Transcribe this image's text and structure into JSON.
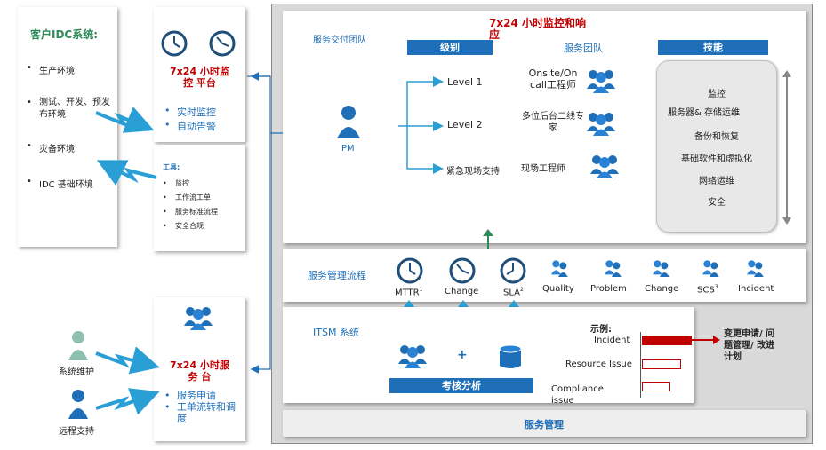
{
  "customer": {
    "title": "客户IDC系统:",
    "items": [
      "生产环境",
      "测试、开发、预发布环境",
      "灾备环境",
      "IDC 基础环境"
    ]
  },
  "monitor_platform": {
    "title": "7x24 小时监控 平台",
    "title_line1": "7x24 小时监",
    "title_line2": "控 平台",
    "items": [
      "实时监控",
      "自动告警"
    ]
  },
  "tools": {
    "title": "工具:",
    "items": [
      "监控",
      "工作流工单",
      "服务标准流程",
      "安全合规"
    ]
  },
  "service_desk": {
    "title_line1": "7x24 小时服",
    "title_line2": "务 台",
    "items": [
      "服务申请",
      "工单流转和调度"
    ]
  },
  "people": {
    "maintenance": "系统维护",
    "remote": "远程支持",
    "pm": "PM"
  },
  "delivery": {
    "section_label": "服务交付团队",
    "title_line1": "7x24 小时监控和响",
    "title_line2": "应",
    "headers": {
      "level": "级别",
      "team": "服务团队",
      "skills": "技能"
    },
    "levels": [
      "Level 1",
      "Level 2",
      "紧急现场支持"
    ],
    "teams": [
      "Onsite/On call工程师",
      "多位后台二线专家",
      "现场工程师"
    ],
    "skills": [
      "监控",
      "服务器& 存储运维",
      "备份和恢复",
      "基础软件和虚拟化",
      "网络运维",
      "安全"
    ]
  },
  "process": {
    "label": "服务管理流程",
    "metrics": [
      "MTTR",
      "Change",
      "SLA"
    ],
    "metric_sup": [
      "1",
      "",
      "2"
    ],
    "roles": [
      "Quality",
      "Problem",
      "Change",
      "SCS",
      "Incident"
    ],
    "role_sup": [
      "",
      "",
      "",
      "3",
      ""
    ]
  },
  "itsm": {
    "label": "ITSM 系统",
    "plus": "+",
    "assess": "考核分析",
    "example": "示例:",
    "issues": [
      "Incident",
      "Resource Issue",
      "Compliance issue"
    ],
    "issue_values": [
      1.0,
      0.78,
      0.55
    ],
    "result": "变更申请/  问题管理/  改进计划"
  },
  "footer": {
    "label": "服务管理"
  },
  "colors": {
    "blue": "#1f6fb8",
    "red": "#c00000",
    "green": "#2e8b57",
    "gray": "#d9d9d9"
  }
}
